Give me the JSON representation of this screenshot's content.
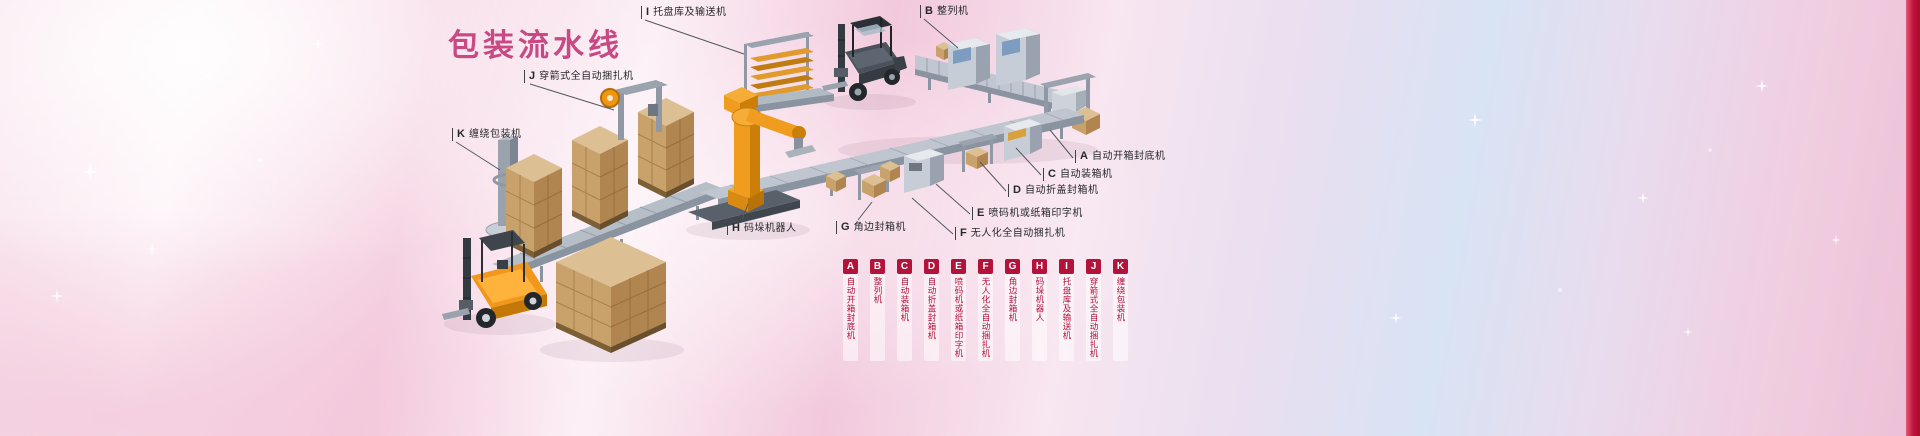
{
  "page": {
    "title": "包装流水线"
  },
  "callouts": [
    {
      "letter": "A",
      "name": "自动开箱封底机"
    },
    {
      "letter": "B",
      "name": "整列机"
    },
    {
      "letter": "C",
      "name": "自动装箱机"
    },
    {
      "letter": "D",
      "name": "自动折盖封箱机"
    },
    {
      "letter": "E",
      "name": "喷码机或纸箱印字机"
    },
    {
      "letter": "F",
      "name": "无人化全自动捆扎机"
    },
    {
      "letter": "G",
      "name": "角边封箱机"
    },
    {
      "letter": "H",
      "name": "码垛机器人"
    },
    {
      "letter": "I",
      "name": "托盘库及输送机"
    },
    {
      "letter": "J",
      "name": "穿箭式全自动捆扎机"
    },
    {
      "letter": "K",
      "name": "缠绕包装机"
    }
  ],
  "legend": {
    "items": [
      {
        "letter": "A",
        "name": "自动开箱封底机"
      },
      {
        "letter": "B",
        "name": "整列机"
      },
      {
        "letter": "C",
        "name": "自动装箱机"
      },
      {
        "letter": "D",
        "name": "自动折盖封箱机"
      },
      {
        "letter": "E",
        "name": "喷码机或纸箱印字机"
      },
      {
        "letter": "F",
        "name": "无人化全自动捆扎机"
      },
      {
        "letter": "G",
        "name": "角边封箱机"
      },
      {
        "letter": "H",
        "name": "码垛机器人"
      },
      {
        "letter": "I",
        "name": "托盘库及输送机"
      },
      {
        "letter": "J",
        "name": "穿箭式全自动捆扎机"
      },
      {
        "letter": "K",
        "name": "缠绕包装机"
      }
    ]
  },
  "colors": {
    "title_pink": "#c94984",
    "legend_red": "#b3123a",
    "edge_strip_red": "#bf1038",
    "machine_orange": "#f09c1e",
    "carton_tan": "#c9a26b"
  }
}
